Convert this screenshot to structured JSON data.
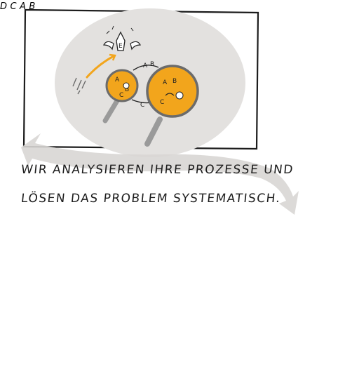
{
  "caption": {
    "line1": "WIR ANALYSIEREN IHRE PROZESSE UND",
    "line2": "LÖSEN DAS PROBLEM SYSTEMATISCH."
  },
  "top_panel": {
    "angel_label": "E",
    "lens_left_labels": [
      "A",
      "B",
      "C"
    ],
    "lens_right_labels": [
      "A",
      "B",
      "C"
    ],
    "bridge_labels": [
      "A",
      "B",
      "C"
    ]
  },
  "bottom_panel": {
    "arrow_labels": [
      "A",
      "B",
      "C",
      "D"
    ]
  },
  "colors": {
    "accent": "#f2a51c",
    "blob": "#e3e1df",
    "ink": "#1c1c1c",
    "grey_arrow": "#d8d6d4"
  }
}
